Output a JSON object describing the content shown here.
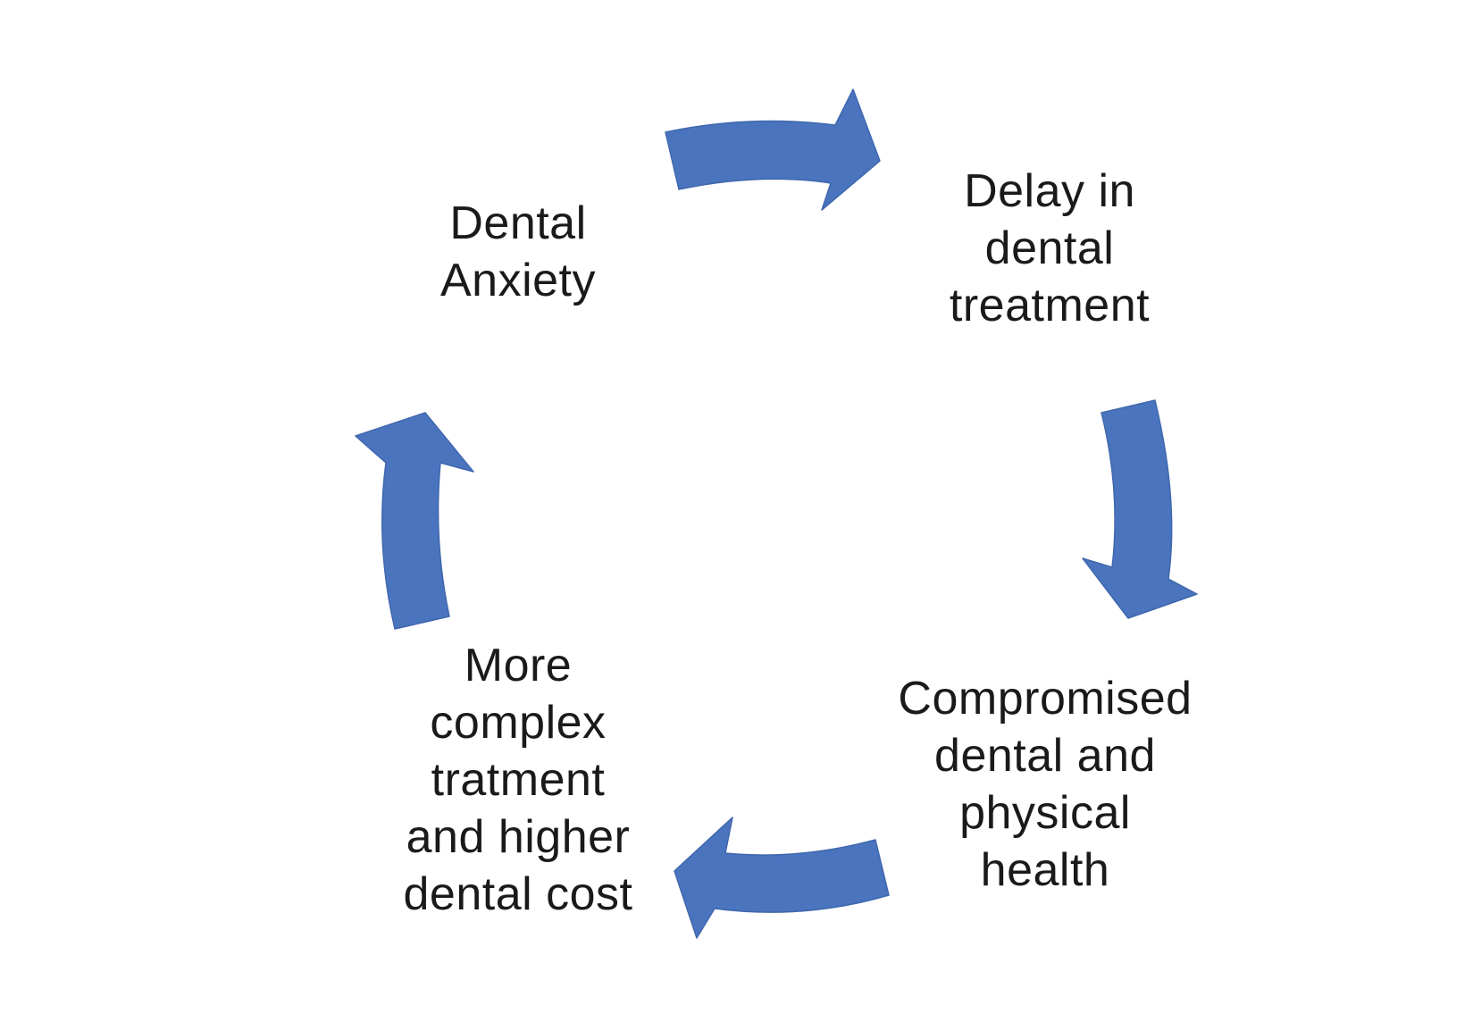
{
  "diagram": {
    "type": "cycle",
    "arrow_color": "#4a74be",
    "arrow_edge_color": "#3f67ad",
    "nodes": [
      {
        "id": "dental-anxiety",
        "lines": [
          "Dental",
          "Anxiety"
        ]
      },
      {
        "id": "delay-treatment",
        "lines": [
          "Delay in",
          "dental",
          "treatment"
        ]
      },
      {
        "id": "compromised-health",
        "lines": [
          "Compromised",
          "dental and",
          "physical",
          "health"
        ]
      },
      {
        "id": "complex-treatment",
        "lines": [
          "More",
          "complex",
          "tratment",
          "and higher",
          "dental cost"
        ]
      }
    ],
    "edges": [
      {
        "from": "dental-anxiety",
        "to": "delay-treatment"
      },
      {
        "from": "delay-treatment",
        "to": "compromised-health"
      },
      {
        "from": "compromised-health",
        "to": "complex-treatment"
      },
      {
        "from": "complex-treatment",
        "to": "dental-anxiety"
      }
    ]
  }
}
